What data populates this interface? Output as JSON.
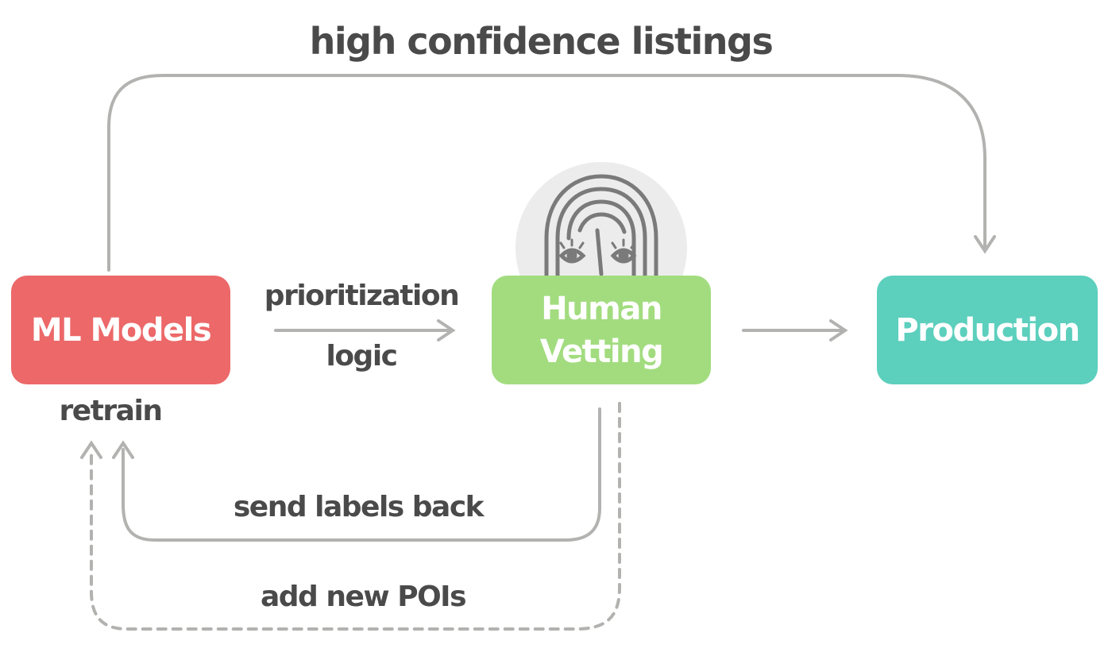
{
  "colors": {
    "ml_models": "#ec6869",
    "human_vetting": "#a2dc7f",
    "production": "#5ccfbd",
    "arrow": "#b2b2b0",
    "label_text": "#4a4a4a",
    "avatar_bg": "#ececec",
    "avatar_lines": "#7a7a7a"
  },
  "nodes": {
    "ml_models": {
      "label": "ML Models"
    },
    "human_vetting": {
      "line1": "Human",
      "line2": "Vetting",
      "icon": "face-illustration-icon"
    },
    "production": {
      "label": "Production"
    }
  },
  "edges": {
    "high_confidence": "high confidence listings",
    "prioritization_line1": "prioritization",
    "prioritization_line2": "logic",
    "retrain": "retrain",
    "send_labels": "send labels back",
    "add_pois": "add new POIs"
  }
}
